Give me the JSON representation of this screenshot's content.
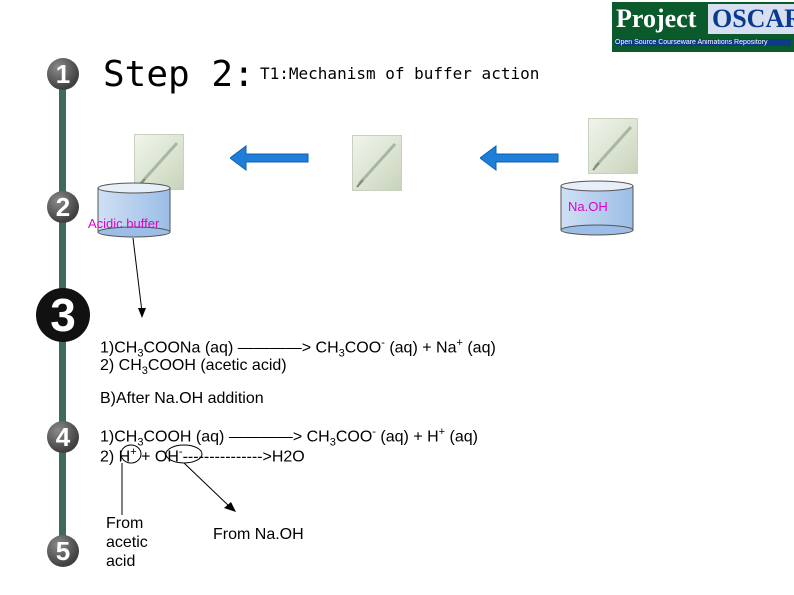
{
  "logo": {
    "word1": "Project",
    "word2": "OSCAR",
    "tagline": "Open Source Courseware Animations Repository"
  },
  "steps": [
    "1",
    "2",
    "3",
    "4",
    "5"
  ],
  "title": "Step 2:",
  "subtitle": "T1:Mechanism of buffer action",
  "labels": {
    "acidic_buffer": "Acidic buffer",
    "naoh": "Na.OH"
  },
  "reaction1": {
    "line1": {
      "a": "1)CH",
      "s1": "3",
      "b": "COONa (aq) ",
      "arrow": "————> CH",
      "s2": "3",
      "c": "COO",
      "sup1": "-",
      "d": " (aq) + Na",
      "sup2": "+",
      "e": " (aq)"
    },
    "line2": {
      "a": "2) CH",
      "s1": "3",
      "b": "COOH (acetic acid)"
    }
  },
  "section_b": "B)After Na.OH addition",
  "reaction2": {
    "line1": {
      "a": "1)CH",
      "s1": "3",
      "b": "COOH (aq) ",
      "arrow": "————> CH",
      "s2": "3",
      "c": "COO",
      "sup1": "-",
      "d": " (aq) + H",
      "sup2": "+",
      "e": " (aq)"
    },
    "line2": {
      "a": "2) H",
      "sup1": "+",
      "b": " + OH",
      "sup2": "-",
      "c": "--------------->H2O"
    }
  },
  "annotations": {
    "from_acetic": [
      "From",
      "acetic",
      "acid"
    ],
    "from_naoh": "From Na.OH"
  },
  "colors": {
    "step_line": "#3e6b5a",
    "arrow_blue": "#1f7fd8",
    "pink_label": "#e000c8",
    "logo_bg": "#0a5a2c"
  }
}
